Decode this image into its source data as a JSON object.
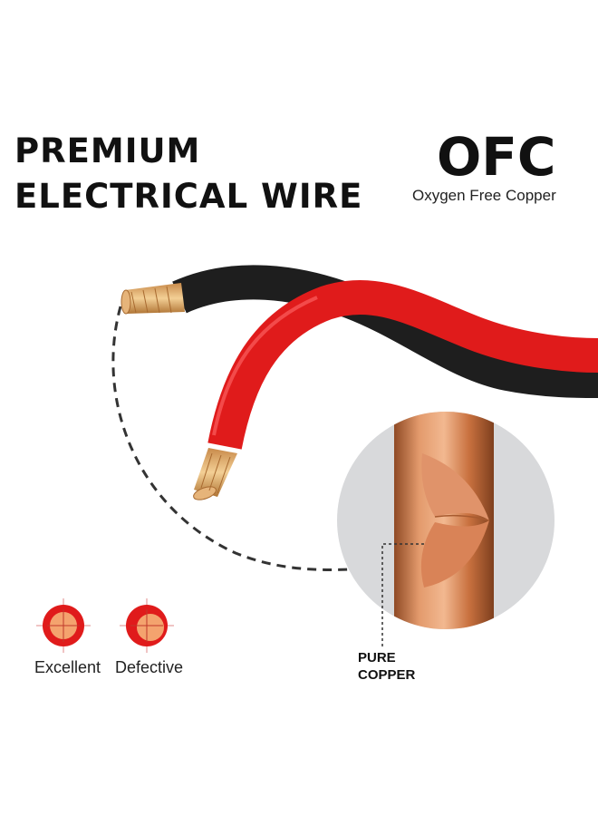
{
  "headline": {
    "line1": "PREMIUM",
    "line2": "ELECTRICAL WIRE"
  },
  "ofc": {
    "title": "OFC",
    "subtitle": "Oxygen Free Copper"
  },
  "legend": {
    "excellent": "Excellent",
    "defective": "Defective"
  },
  "callout": {
    "line1": "PURE",
    "line2": "COPPER"
  },
  "colors": {
    "red_insulation": "#e01b1b",
    "black_insulation": "#1e1e1e",
    "copper": "#d9875a",
    "bg_circle": "#d8d9db"
  }
}
